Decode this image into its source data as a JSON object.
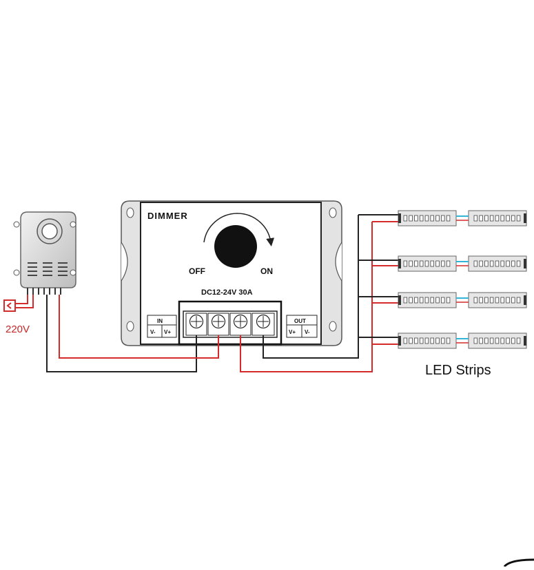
{
  "dimmer": {
    "title": "DIMMER",
    "off_label": "OFF",
    "on_label": "ON",
    "rating": "DC12-24V 30A",
    "in_label": "IN",
    "in_terminals": [
      "V-",
      "V+"
    ],
    "out_label": "OUT",
    "out_terminals": [
      "V+",
      "V-"
    ]
  },
  "power_supply": {
    "voltage_label": "220V"
  },
  "led": {
    "caption": "LED Strips",
    "rows": 4,
    "segments_per_row": 2
  },
  "colors": {
    "wire_black": "#222222",
    "wire_red": "#d42a2a",
    "label_red": "#c62828",
    "device_outline": "#555555",
    "device_fill": "#e8e8e8",
    "strip_fill": "#e6e6e6",
    "strip_link": "#33b3d6"
  },
  "icons": {
    "knob": "knob-icon",
    "rotation": "rotation-arrow-icon",
    "terminal": "screw-terminal-icon",
    "plug": "plug-icon"
  }
}
